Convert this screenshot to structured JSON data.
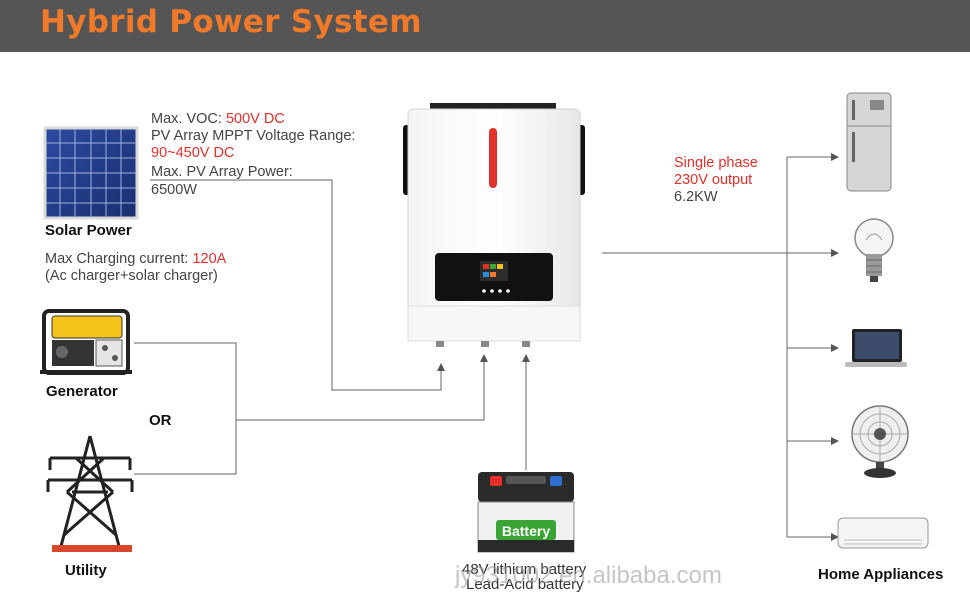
{
  "header": {
    "title": "Hybrid Power System"
  },
  "pv": {
    "voc_label": "Max. VOC: ",
    "voc_value": "500V DC",
    "mppt_label": "PV Array MPPT Voltage Range:",
    "mppt_value": "90~450V DC",
    "power_label": "Max. PV Array Power:",
    "power_value": "6500W"
  },
  "solar": {
    "label": "Solar Power"
  },
  "charging": {
    "label": "Max Charging current: ",
    "value": "120A",
    "note": "(Ac charger+solar charger)"
  },
  "generator": {
    "label": "Generator"
  },
  "or_label": "OR",
  "utility": {
    "label": "Utility"
  },
  "output": {
    "line1": "Single phase",
    "line2": "230V output",
    "line3": "6.2KW"
  },
  "battery": {
    "label": "Battery",
    "caption1": "48V lithium battery",
    "caption2": "Lead-Acid battery"
  },
  "appliances": {
    "label": "Home Appliances"
  },
  "watermark": "jy931002.en.alibaba.com",
  "colors": {
    "header_bg": "#555555",
    "title": "#f07a2a",
    "highlight": "#e0312b",
    "battery_green": "#3aa535"
  }
}
